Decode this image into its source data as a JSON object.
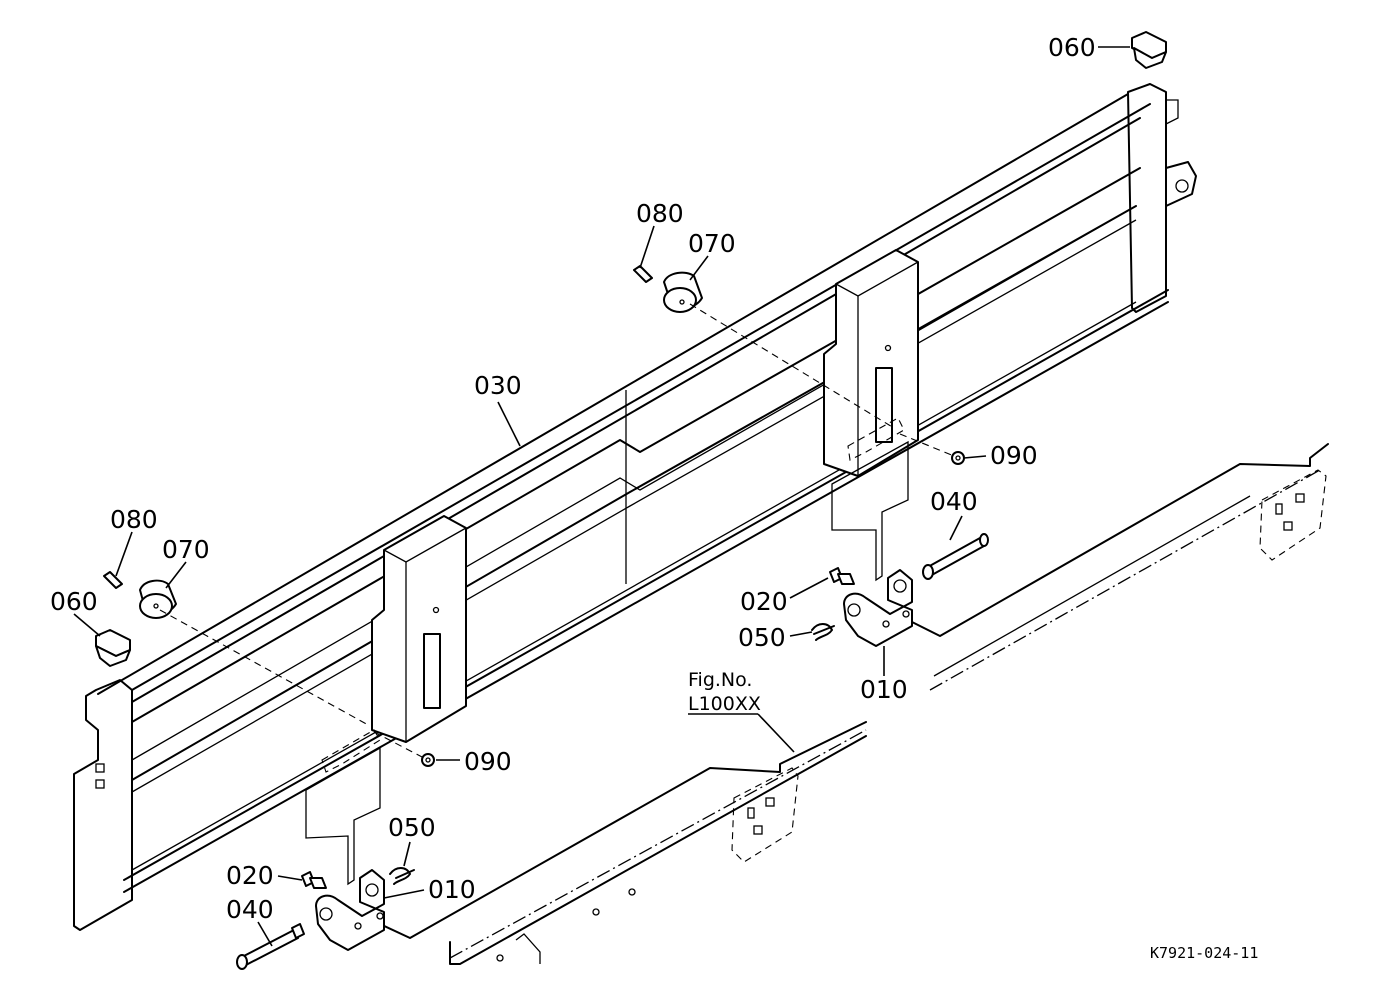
{
  "figure_reference": {
    "prefix": "Fig.No.",
    "number": "L100XX"
  },
  "drawing_code": "K7921-024-11",
  "callouts": [
    {
      "id": "c060r",
      "label": "060"
    },
    {
      "id": "c080r",
      "label": "080"
    },
    {
      "id": "c070r",
      "label": "070"
    },
    {
      "id": "c030",
      "label": "030"
    },
    {
      "id": "c090r",
      "label": "090"
    },
    {
      "id": "c040r",
      "label": "040"
    },
    {
      "id": "c020r",
      "label": "020"
    },
    {
      "id": "c050r",
      "label": "050"
    },
    {
      "id": "c010r",
      "label": "010"
    },
    {
      "id": "c080l",
      "label": "080"
    },
    {
      "id": "c070l",
      "label": "070"
    },
    {
      "id": "c060l",
      "label": "060"
    },
    {
      "id": "c090l",
      "label": "090"
    },
    {
      "id": "c050l",
      "label": "050"
    },
    {
      "id": "c020l",
      "label": "020"
    },
    {
      "id": "c010l",
      "label": "010"
    },
    {
      "id": "c040l",
      "label": "040"
    }
  ]
}
